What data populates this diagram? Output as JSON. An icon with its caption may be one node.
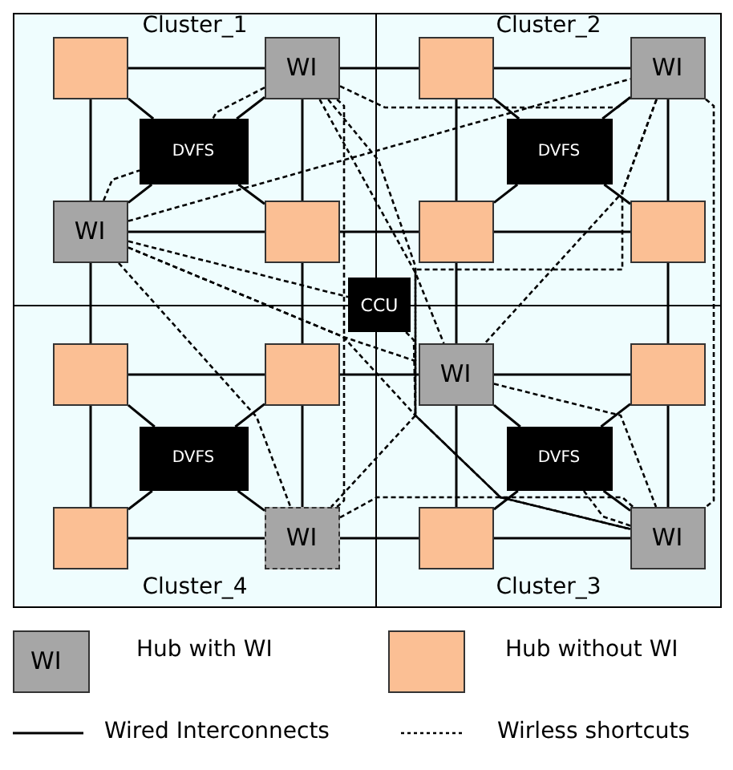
{
  "diagram": {
    "nodes": [
      {
        "text": [
          "Cluster_1"
        ]
      },
      {
        "text": [],
        "shape": "box",
        "in": 0
      },
      {
        "text": [
          "WI"
        ],
        "in": 0
      },
      {
        "text": [
          "DVFS"
        ],
        "in": 0
      },
      {
        "text": [
          "WI"
        ],
        "in": 0
      },
      {
        "text": [],
        "shape": "box",
        "in": 0
      },
      {
        "text": [
          "Cluster_2"
        ]
      },
      {
        "text": [],
        "shape": "box",
        "in": 6
      },
      {
        "text": [
          "WI"
        ],
        "in": 6
      },
      {
        "text": [
          "DVFS"
        ],
        "in": 6
      },
      {
        "text": [],
        "shape": "box",
        "in": 6
      },
      {
        "text": [],
        "shape": "box",
        "in": 6
      },
      {
        "text": [
          "CCU"
        ]
      },
      {
        "text": [
          "Cluster_4"
        ]
      },
      {
        "text": [],
        "shape": "box",
        "in": 13
      },
      {
        "text": [],
        "shape": "box",
        "in": 13
      },
      {
        "text": [
          "DVFS"
        ],
        "in": 13
      },
      {
        "text": [],
        "shape": "box",
        "in": 13
      },
      {
        "text": [
          "WI"
        ],
        "in": 13
      },
      {
        "text": [
          "Cluster_3"
        ]
      },
      {
        "text": [
          "WI"
        ],
        "in": 19
      },
      {
        "text": [],
        "shape": "box",
        "in": 19
      },
      {
        "text": [
          "DVFS"
        ],
        "in": 19
      },
      {
        "text": [],
        "shape": "box",
        "in": 19
      },
      {
        "text": [
          "WI"
        ],
        "in": 19
      }
    ],
    "edges": [
      {
        "from": 1,
        "to": 2,
        "arrow": "none"
      },
      {
        "from": 1,
        "to": 4,
        "arrow": "none"
      },
      {
        "from": 2,
        "to": 5,
        "arrow": "none"
      },
      {
        "from": 4,
        "to": 5,
        "arrow": "none"
      },
      {
        "from": 3,
        "to": 1,
        "arrow": "none"
      },
      {
        "from": 3,
        "to": 2,
        "arrow": "none"
      },
      {
        "from": 3,
        "to": 4,
        "arrow": "none"
      },
      {
        "from": 3,
        "to": 5,
        "arrow": "none"
      },
      {
        "from": 7,
        "to": 8,
        "arrow": "none"
      },
      {
        "from": 7,
        "to": 10,
        "arrow": "none"
      },
      {
        "from": 8,
        "to": 11,
        "arrow": "none"
      },
      {
        "from": 10,
        "to": 11,
        "arrow": "none"
      },
      {
        "from": 9,
        "to": 7,
        "arrow": "none"
      },
      {
        "from": 9,
        "to": 8,
        "arrow": "none"
      },
      {
        "from": 9,
        "to": 10,
        "arrow": "none"
      },
      {
        "from": 9,
        "to": 11,
        "arrow": "none"
      },
      {
        "from": 14,
        "to": 15,
        "arrow": "none"
      },
      {
        "from": 14,
        "to": 17,
        "arrow": "none"
      },
      {
        "from": 15,
        "to": 18,
        "arrow": "none"
      },
      {
        "from": 17,
        "to": 18,
        "arrow": "none"
      },
      {
        "from": 16,
        "to": 14,
        "arrow": "none"
      },
      {
        "from": 16,
        "to": 15,
        "arrow": "none"
      },
      {
        "from": 16,
        "to": 17,
        "arrow": "none"
      },
      {
        "from": 16,
        "to": 18,
        "arrow": "none"
      },
      {
        "from": 20,
        "to": 21,
        "arrow": "none"
      },
      {
        "from": 20,
        "to": 23,
        "arrow": "none"
      },
      {
        "from": 21,
        "to": 24,
        "arrow": "none"
      },
      {
        "from": 23,
        "to": 24,
        "arrow": "none"
      },
      {
        "from": 22,
        "to": 20,
        "arrow": "none"
      },
      {
        "from": 22,
        "to": 21,
        "arrow": "none"
      },
      {
        "from": 22,
        "to": 23,
        "arrow": "none"
      },
      {
        "from": 22,
        "to": 24,
        "arrow": "none"
      },
      {
        "from": 2,
        "to": 7,
        "arrow": "none"
      },
      {
        "from": 5,
        "to": 10,
        "arrow": "none"
      },
      {
        "from": 4,
        "to": 14,
        "arrow": "none"
      },
      {
        "from": 5,
        "to": 15,
        "arrow": "none"
      },
      {
        "from": 10,
        "to": 20,
        "arrow": "none"
      },
      {
        "from": 11,
        "to": 21,
        "arrow": "none"
      },
      {
        "from": 15,
        "to": 20,
        "arrow": "none"
      },
      {
        "from": 18,
        "to": 23,
        "arrow": "none"
      },
      {
        "from": 2,
        "to": 8,
        "arrow": "none",
        "style": "dashed"
      },
      {
        "from": 2,
        "to": 3,
        "arrow": "none",
        "style": "dashed"
      },
      {
        "from": 4,
        "to": 3,
        "arrow": "none",
        "style": "dashed"
      },
      {
        "from": 4,
        "to": 8,
        "arrow": "none",
        "style": "dashed"
      },
      {
        "from": 4,
        "to": 12,
        "arrow": "none",
        "style": "dashed"
      },
      {
        "from": 4,
        "to": 20,
        "arrow": "none",
        "style": "dashed"
      },
      {
        "from": 4,
        "to": 24,
        "arrow": "none",
        "style": "dashed"
      },
      {
        "from": 4,
        "to": 18,
        "arrow": "none",
        "style": "dashed"
      },
      {
        "from": 2,
        "to": 24,
        "arrow": "none",
        "style": "dashed"
      },
      {
        "from": 2,
        "to": 18,
        "arrow": "none",
        "style": "dashed"
      },
      {
        "from": 2,
        "to": 20,
        "arrow": "none",
        "style": "dashed"
      },
      {
        "from": 8,
        "to": 20,
        "arrow": "none",
        "style": "dashed"
      },
      {
        "from": 8,
        "to": 24,
        "arrow": "none",
        "style": "dashed"
      },
      {
        "from": 8,
        "to": 18,
        "arrow": "none",
        "style": "dashed"
      },
      {
        "from": 12,
        "to": 24,
        "arrow": "none",
        "style": "dashed"
      },
      {
        "from": 20,
        "to": 24,
        "arrow": "none",
        "style": "dashed"
      },
      {
        "from": 18,
        "to": 24,
        "arrow": "none",
        "style": "dashed"
      },
      {
        "from": 22,
        "to": 24,
        "arrow": "none",
        "style": "dashed"
      }
    ],
    "labels": [
      "WI"
    ],
    "legend": [
      {
        "text": "Hub with WI",
        "color": "#a6a6a6"
      },
      {
        "text": "Hub without WI",
        "color": "#fbbf94"
      },
      {
        "text": "Wired Interconnects"
      },
      {
        "text": "Wirless shortcuts"
      }
    ]
  }
}
